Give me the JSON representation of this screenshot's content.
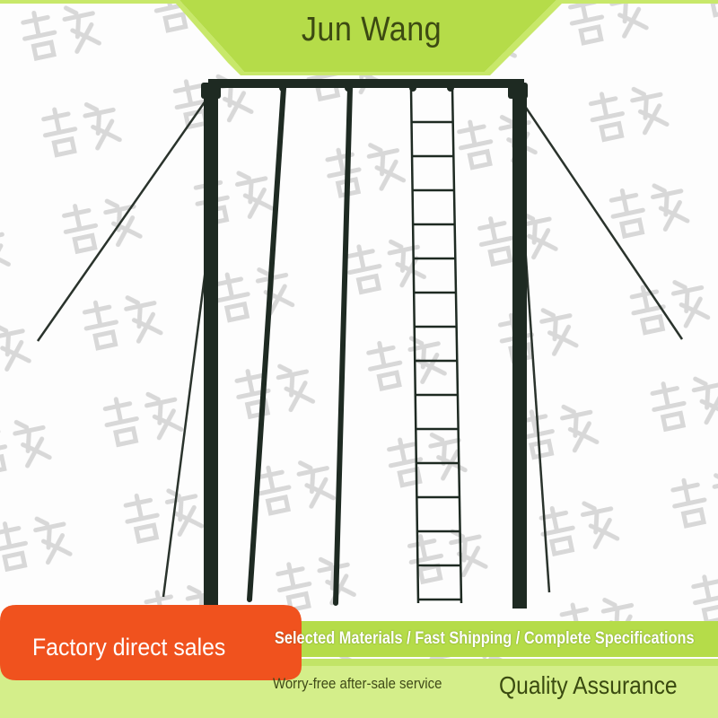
{
  "brand": {
    "name": "Jun Wang"
  },
  "footer": {
    "badge": "Factory direct sales",
    "tagline": "Selected Materials / Fast Shipping / Complete Specifications",
    "service": "Worry-free after-sale service",
    "quality": "Quality Assurance"
  },
  "colors": {
    "banner_green": "#b5dc49",
    "badge_orange": "#f0521e",
    "frame_dark": "#1e2a22",
    "text_olive": "#3c4a12"
  },
  "icons": [
    "watermark-logo"
  ]
}
